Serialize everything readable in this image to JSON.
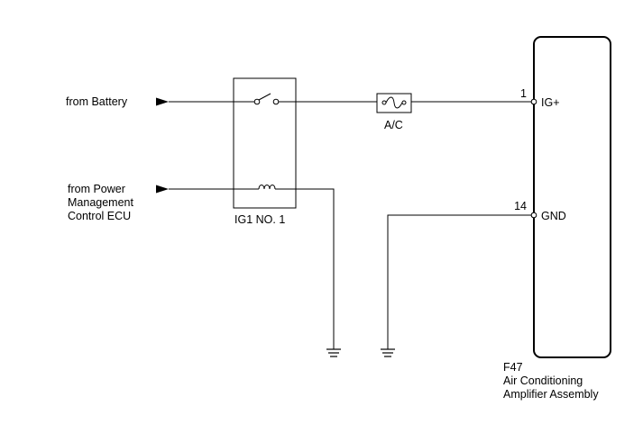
{
  "inputs": {
    "battery": "from Battery",
    "pm_line1": "from Power",
    "pm_line2": "Management",
    "pm_line3": "Control ECU"
  },
  "relay": {
    "label": "IG1 NO. 1"
  },
  "fuse": {
    "label": "A/C"
  },
  "amplifier": {
    "code": "F47",
    "name_line1": "Air Conditioning",
    "name_line2": "Amplifier Assembly",
    "pins": [
      {
        "number": "1",
        "name": "IG+"
      },
      {
        "number": "14",
        "name": "GND"
      }
    ]
  },
  "icons": [
    "arrow-icon",
    "switch-icon",
    "coil-icon",
    "fuse-icon",
    "ground-icon"
  ]
}
